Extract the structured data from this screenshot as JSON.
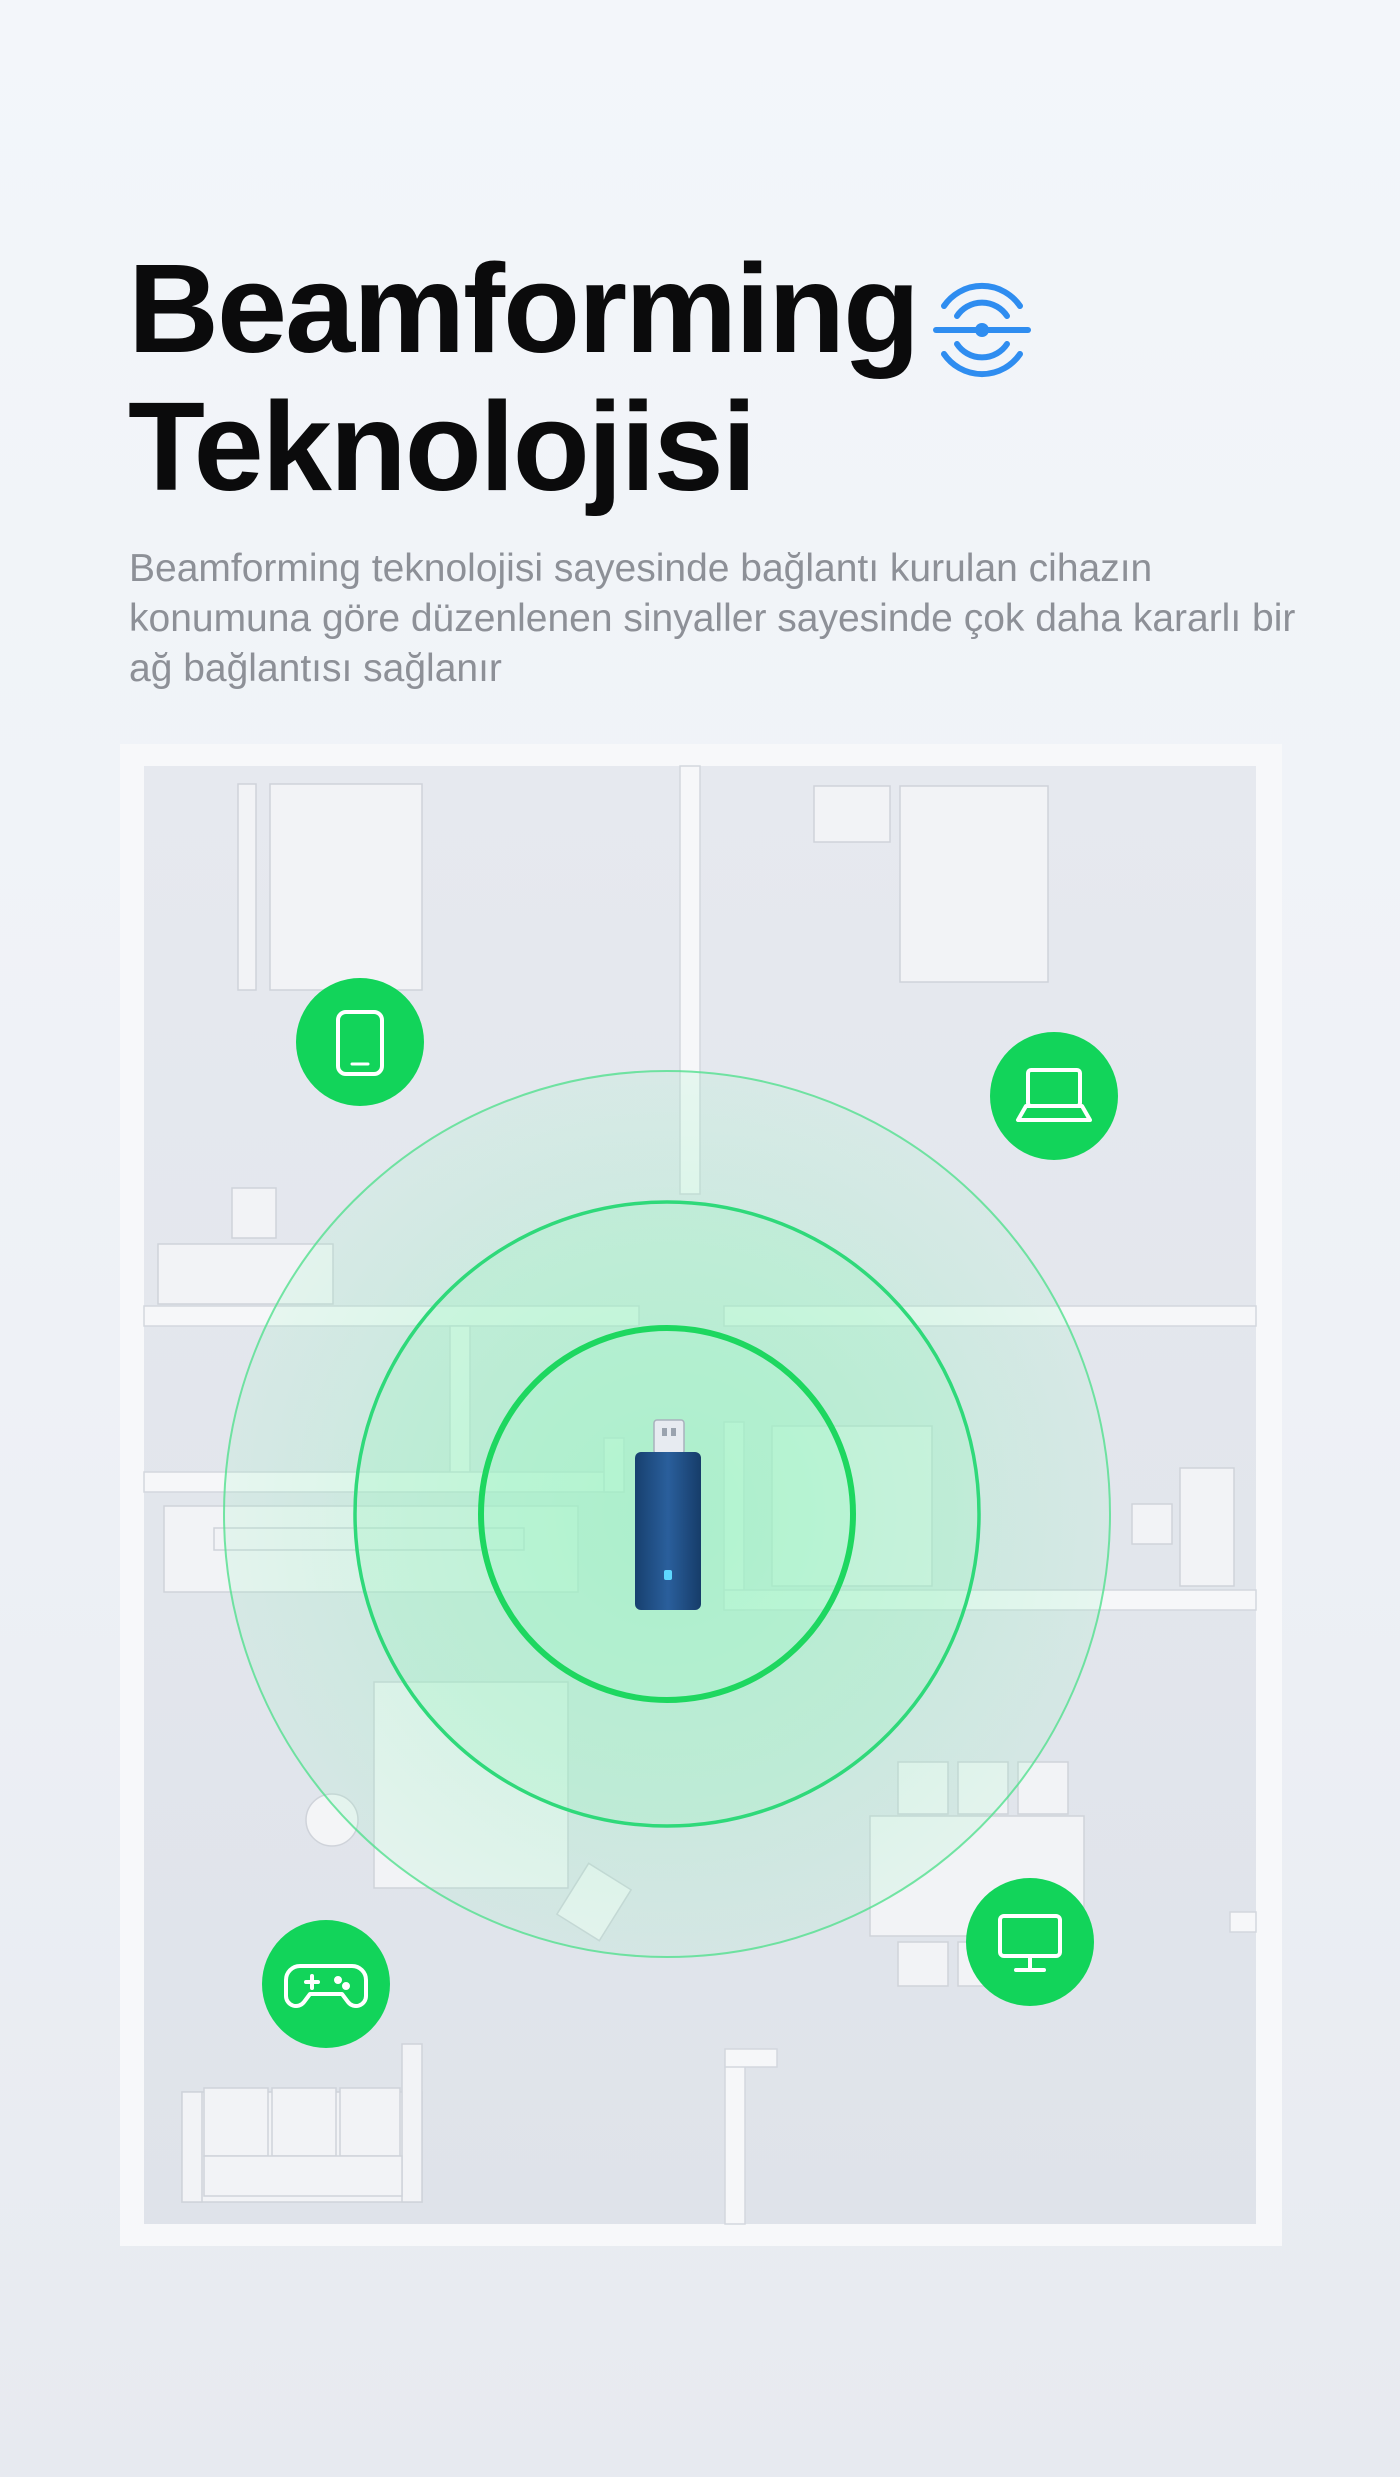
{
  "header": {
    "title_line1": "Beamforming",
    "title_line2": "Teknolojisi",
    "title_icon": "beamforming-signal-icon"
  },
  "description": "Beamforming teknolojisi sayesinde bağlantı kurulan cihazın konumuna göre düzenlenen sinyaller sayesinde çok daha kararlı bir ağ bağlantısı sağlanır",
  "colors": {
    "accent_blue": "#2f8df0",
    "signal_green": "#1ed760",
    "device_badge_green": "#12d45a",
    "adapter_blue": "#1e4d86",
    "title": "#0b0b0c",
    "body_text": "#8d9097"
  },
  "floorplan": {
    "center_device": "usb-wifi-adapter",
    "signal_rings": 3,
    "devices": [
      {
        "name": "smartphone",
        "icon": "smartphone-icon"
      },
      {
        "name": "laptop",
        "icon": "laptop-icon"
      },
      {
        "name": "game-controller",
        "icon": "gamepad-icon"
      },
      {
        "name": "desktop-monitor",
        "icon": "monitor-icon"
      }
    ]
  }
}
